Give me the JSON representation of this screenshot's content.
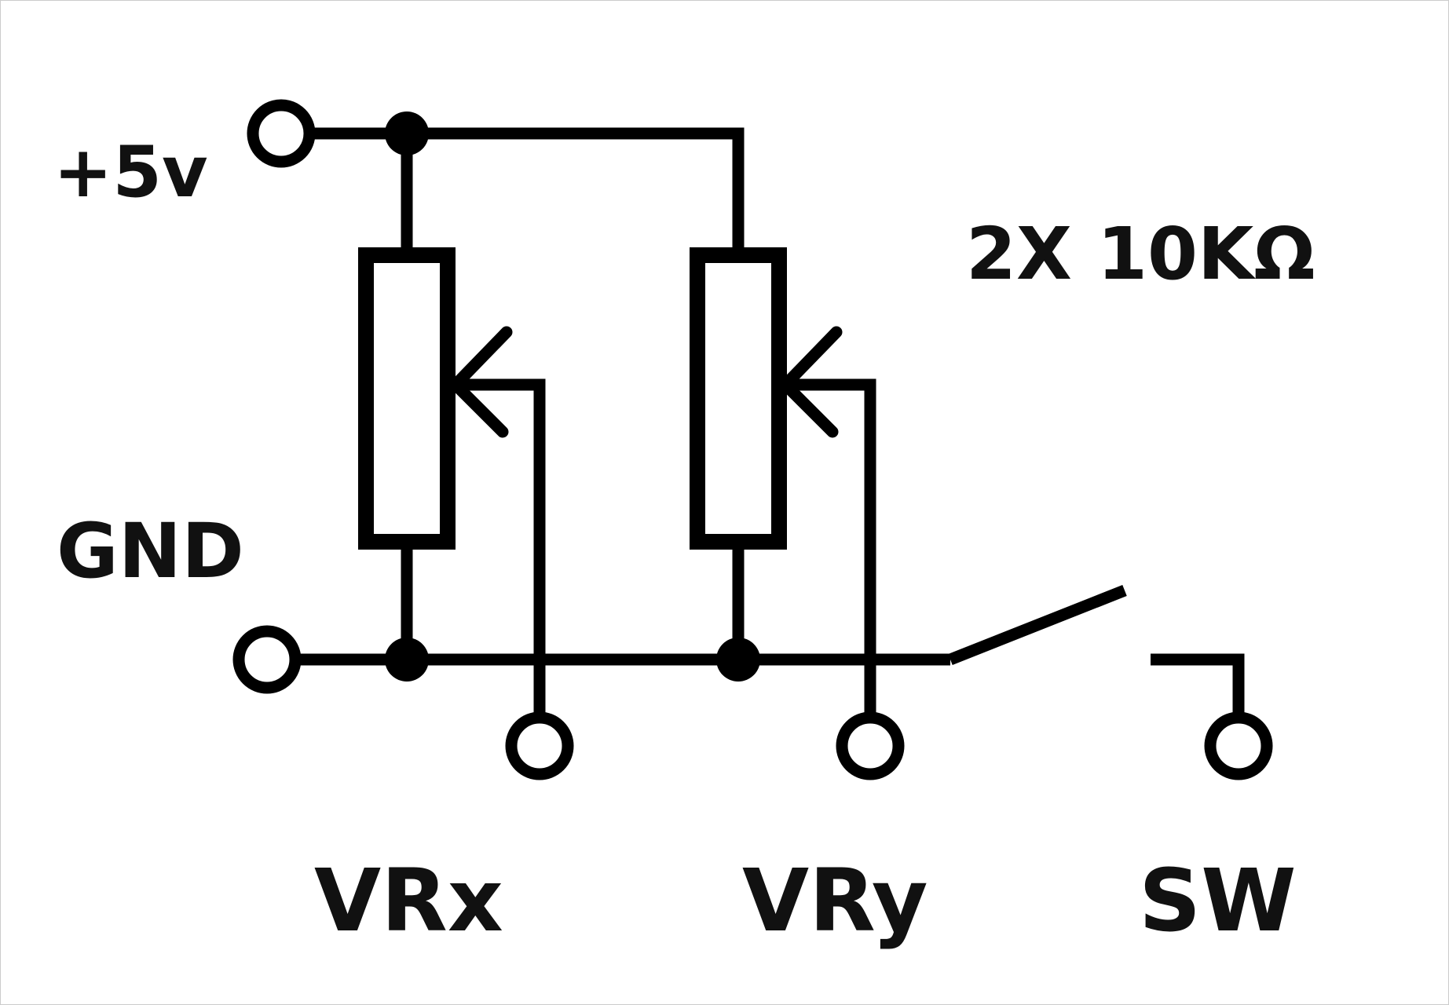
{
  "labels": {
    "supply": "+5v",
    "ground": "GND",
    "resistors": "2X 10KΩ",
    "x_output": "VRx",
    "y_output": "VRy",
    "switch": "SW"
  },
  "colors": {
    "ink": "#000000",
    "background": "#ffffff"
  }
}
